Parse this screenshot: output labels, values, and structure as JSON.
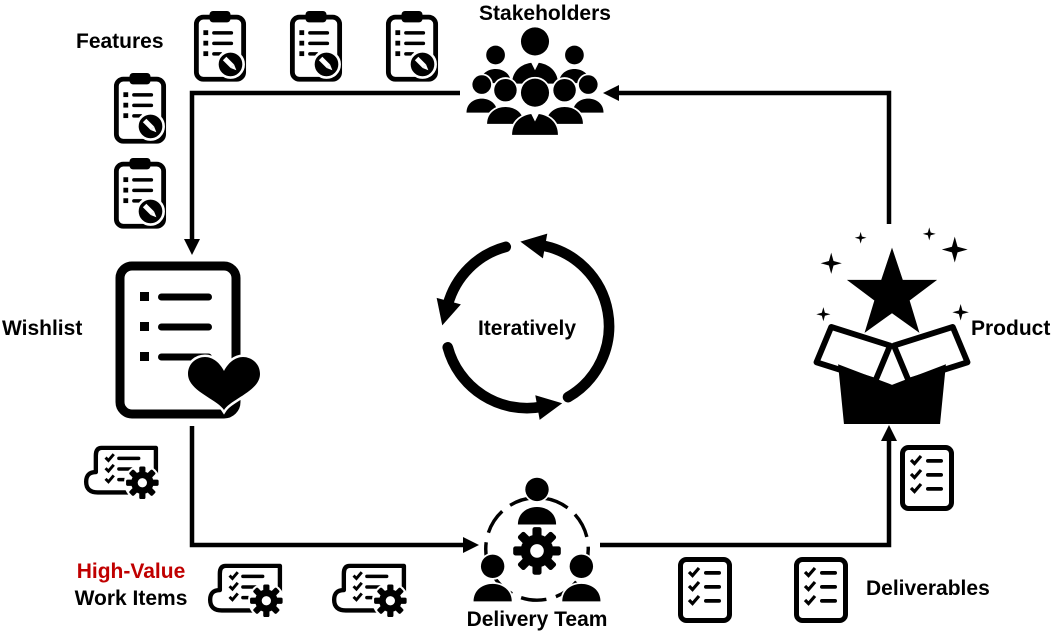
{
  "diagram": {
    "type": "cycle-flow",
    "background": "#ffffff",
    "ink_color": "#000000",
    "accent_color": "#c00000",
    "center": {
      "label": "Iteratively",
      "icon": "cycle-arrows-icon"
    },
    "nodes": [
      {
        "id": "stakeholders",
        "label": "Stakeholders",
        "icon": "stakeholders-crowd-icon",
        "position": "top-center"
      },
      {
        "id": "wishlist",
        "label": "Wishlist",
        "icon": "wishlist-document-heart-icon",
        "position": "middle-left"
      },
      {
        "id": "delivery_team",
        "label": "Delivery Team",
        "icon": "team-around-gear-icon",
        "position": "bottom-center"
      },
      {
        "id": "product",
        "label": "Product",
        "icon": "open-box-star-icon",
        "position": "middle-right"
      }
    ],
    "artifacts": [
      {
        "id": "features",
        "label": "Features",
        "icon": "clipboard-edit-icon",
        "count": 5,
        "position": "top-left"
      },
      {
        "id": "work_items",
        "label_lines": [
          "High-Value",
          "Work Items"
        ],
        "highlight_line": 0,
        "icon": "scroll-gear-icon",
        "count": 3,
        "position": "bottom-left"
      },
      {
        "id": "deliverables",
        "label": "Deliverables",
        "icon": "checklist-icon",
        "count": 3,
        "position": "bottom-right"
      }
    ],
    "edges": [
      {
        "from": "stakeholders",
        "to": "wishlist",
        "via": "features"
      },
      {
        "from": "wishlist",
        "to": "delivery_team",
        "via": "work_items"
      },
      {
        "from": "delivery_team",
        "to": "product",
        "via": "deliverables"
      },
      {
        "from": "product",
        "to": "stakeholders"
      }
    ]
  }
}
